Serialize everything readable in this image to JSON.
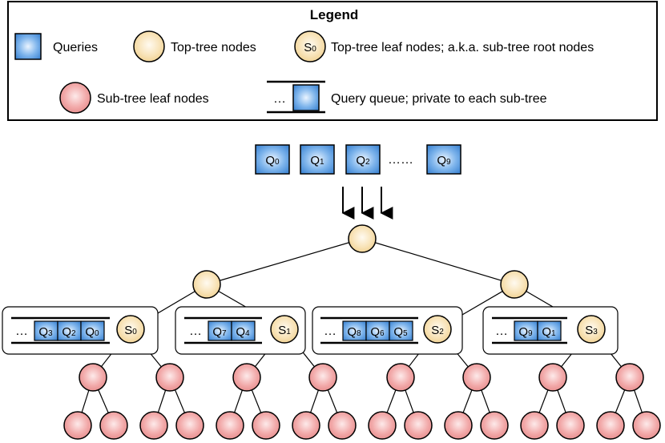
{
  "legend": {
    "title": "Legend",
    "items": [
      {
        "label": "Queries"
      },
      {
        "label": "Top-tree nodes"
      },
      {
        "label": "Top-tree leaf nodes; a.k.a. sub-tree root nodes",
        "symbol_main": "S",
        "symbol_sub": "0"
      },
      {
        "label": "Sub-tree leaf nodes"
      },
      {
        "label": "Query queue; private to each sub-tree",
        "dots": "…"
      }
    ]
  },
  "incoming_queries": {
    "items": [
      {
        "main": "Q",
        "sub": "0"
      },
      {
        "main": "Q",
        "sub": "1"
      },
      {
        "main": "Q",
        "sub": "2"
      },
      {
        "main": "Q",
        "sub": "9"
      }
    ],
    "ellipsis": "……"
  },
  "subtrees": [
    {
      "root_main": "S",
      "root_sub": "0",
      "dots": "…",
      "queue": [
        {
          "main": "Q",
          "sub": "3"
        },
        {
          "main": "Q",
          "sub": "2"
        },
        {
          "main": "Q",
          "sub": "0"
        }
      ]
    },
    {
      "root_main": "S",
      "root_sub": "1",
      "dots": "…",
      "queue": [
        {
          "main": "Q",
          "sub": "7"
        },
        {
          "main": "Q",
          "sub": "4"
        }
      ]
    },
    {
      "root_main": "S",
      "root_sub": "2",
      "dots": "…",
      "queue": [
        {
          "main": "Q",
          "sub": "8"
        },
        {
          "main": "Q",
          "sub": "6"
        },
        {
          "main": "Q",
          "sub": "5"
        }
      ]
    },
    {
      "root_main": "S",
      "root_sub": "3",
      "dots": "…",
      "queue": [
        {
          "main": "Q",
          "sub": "9"
        },
        {
          "main": "Q",
          "sub": "1"
        }
      ]
    }
  ],
  "colors": {
    "query_fill": "#4a90d9",
    "top_node_fill": "#f5dba3",
    "leaf_node_fill": "#ef9a9a",
    "stroke": "#000000"
  }
}
